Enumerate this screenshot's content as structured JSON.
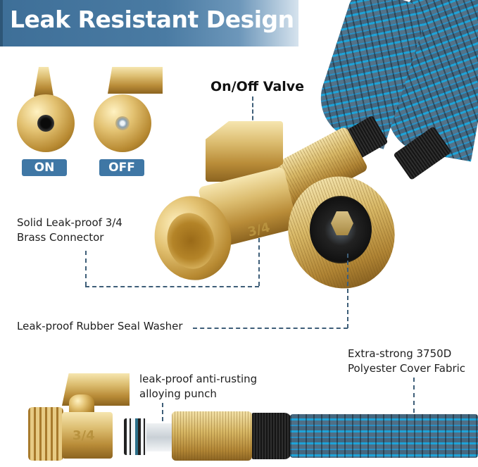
{
  "banner": {
    "title": "Leak Resistant Design",
    "gradient_from": "#3e6f98",
    "gradient_to": "#d6e3ee"
  },
  "valve_states": [
    {
      "label": "ON",
      "badge_color": "#3f77a5"
    },
    {
      "label": "OFF",
      "badge_color": "#3f77a5"
    }
  ],
  "callouts": {
    "valve": "On/Off Valve",
    "connector_line1": "Solid Leak-proof 3/4",
    "connector_line2": "Brass Connector",
    "washer": "Leak-proof Rubber Seal Washer",
    "fabric_line1": "Extra-strong 3750D",
    "fabric_line2": "Polyester Cover Fabric",
    "punch_line1": "leak-proof anti-rusting",
    "punch_line2": "alloying punch"
  },
  "engravings": {
    "size_mark": "3/4"
  },
  "colors": {
    "leader_line": "#3e5e78",
    "hose_blue": "#1ea3d8",
    "hose_gray": "#45677f",
    "brass": "#d8b866"
  }
}
